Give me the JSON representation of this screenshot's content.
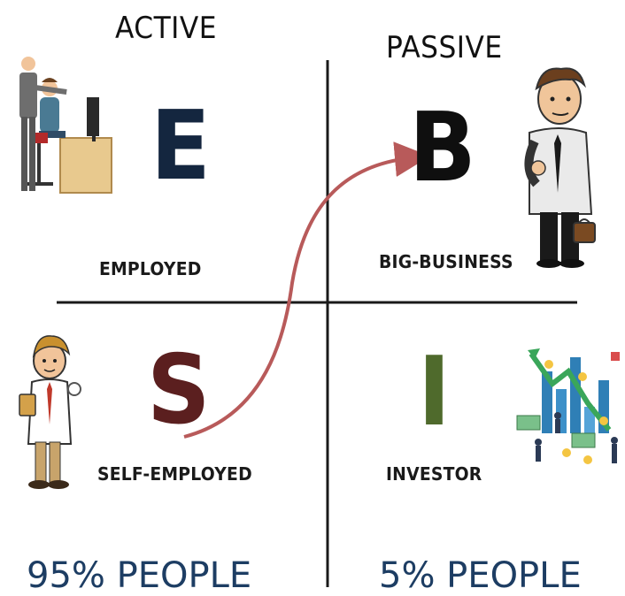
{
  "header": {
    "active": "ACTIVE",
    "passive": "PASSIVE"
  },
  "quadrants": {
    "e": {
      "letter": "E",
      "label": "EMPLOYED",
      "color": "#14263f"
    },
    "b": {
      "letter": "B",
      "label": "BIG-BUSINESS",
      "color": "#0f0f0f"
    },
    "s": {
      "letter": "S",
      "label": "SELF-EMPLOYED",
      "color": "#5b1f1f"
    },
    "i": {
      "letter": "I",
      "label": "INVESTOR",
      "color": "#4f6a2c"
    }
  },
  "footer": {
    "left": "95% PEOPLE",
    "right": "5% PEOPLE"
  },
  "arrow_color": "#b85a5a",
  "illustrations": [
    "office-workers-icon",
    "businessman-icon",
    "doctor-icon",
    "investment-growth-icon"
  ]
}
